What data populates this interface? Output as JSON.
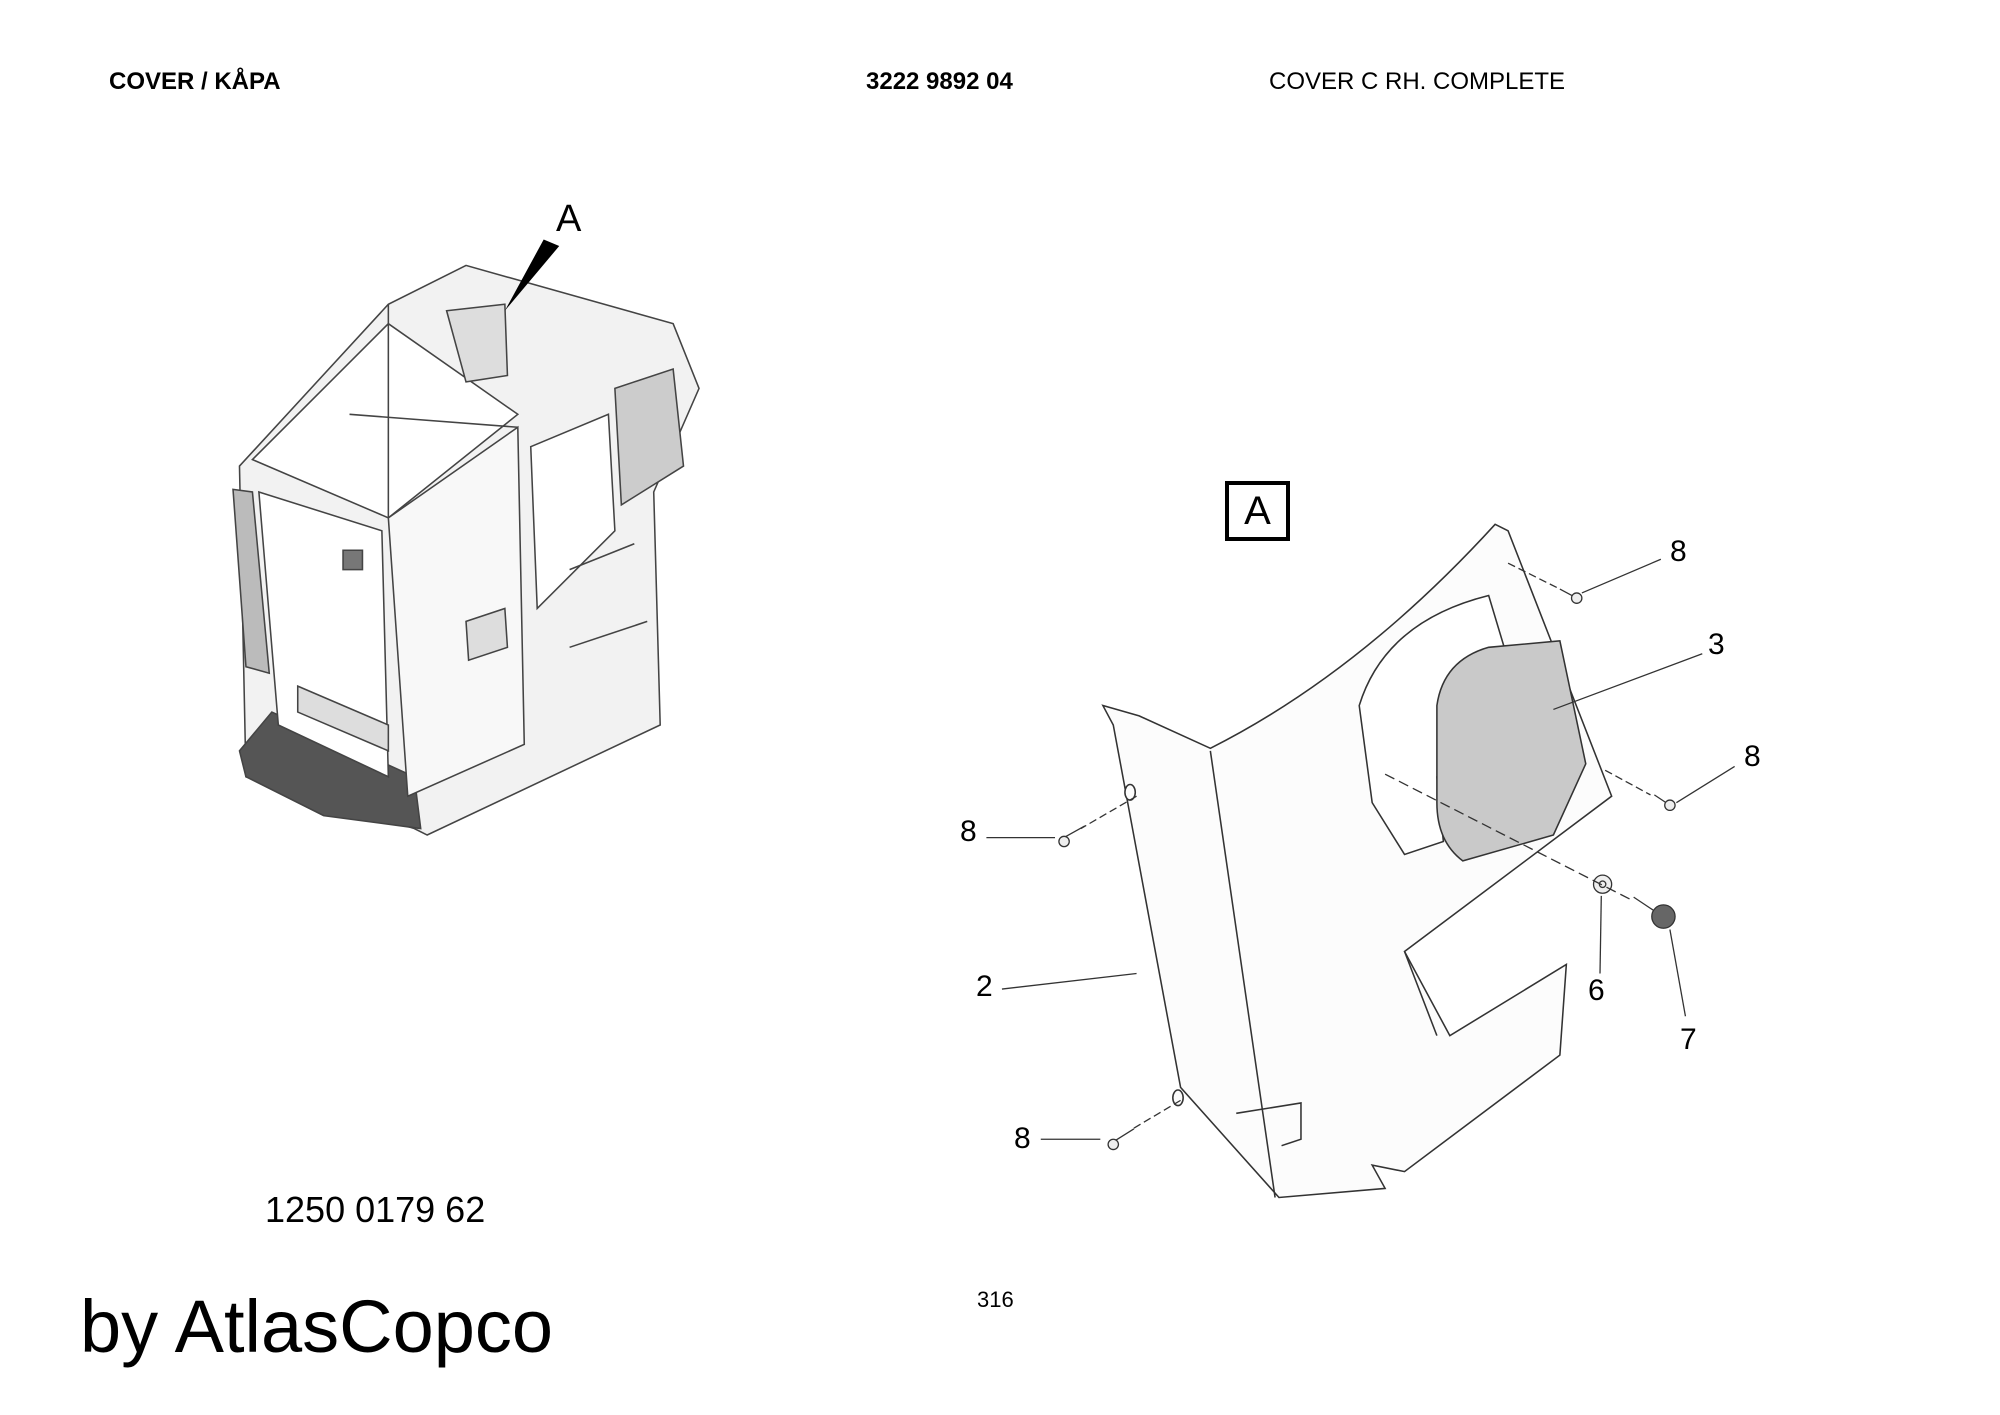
{
  "header": {
    "section_title": "COVER / KÅPA",
    "part_number": "3222 9892 04",
    "part_description": "COVER C RH. COMPLETE"
  },
  "overview": {
    "view_marker": "A",
    "drawing_number": "1250 0179 62"
  },
  "detail": {
    "view_label": "A",
    "callouts": [
      "8",
      "3",
      "8",
      "8",
      "2",
      "6",
      "7",
      "8"
    ]
  },
  "footer": {
    "page_number": "316",
    "brand": "by AtlasCopco"
  }
}
